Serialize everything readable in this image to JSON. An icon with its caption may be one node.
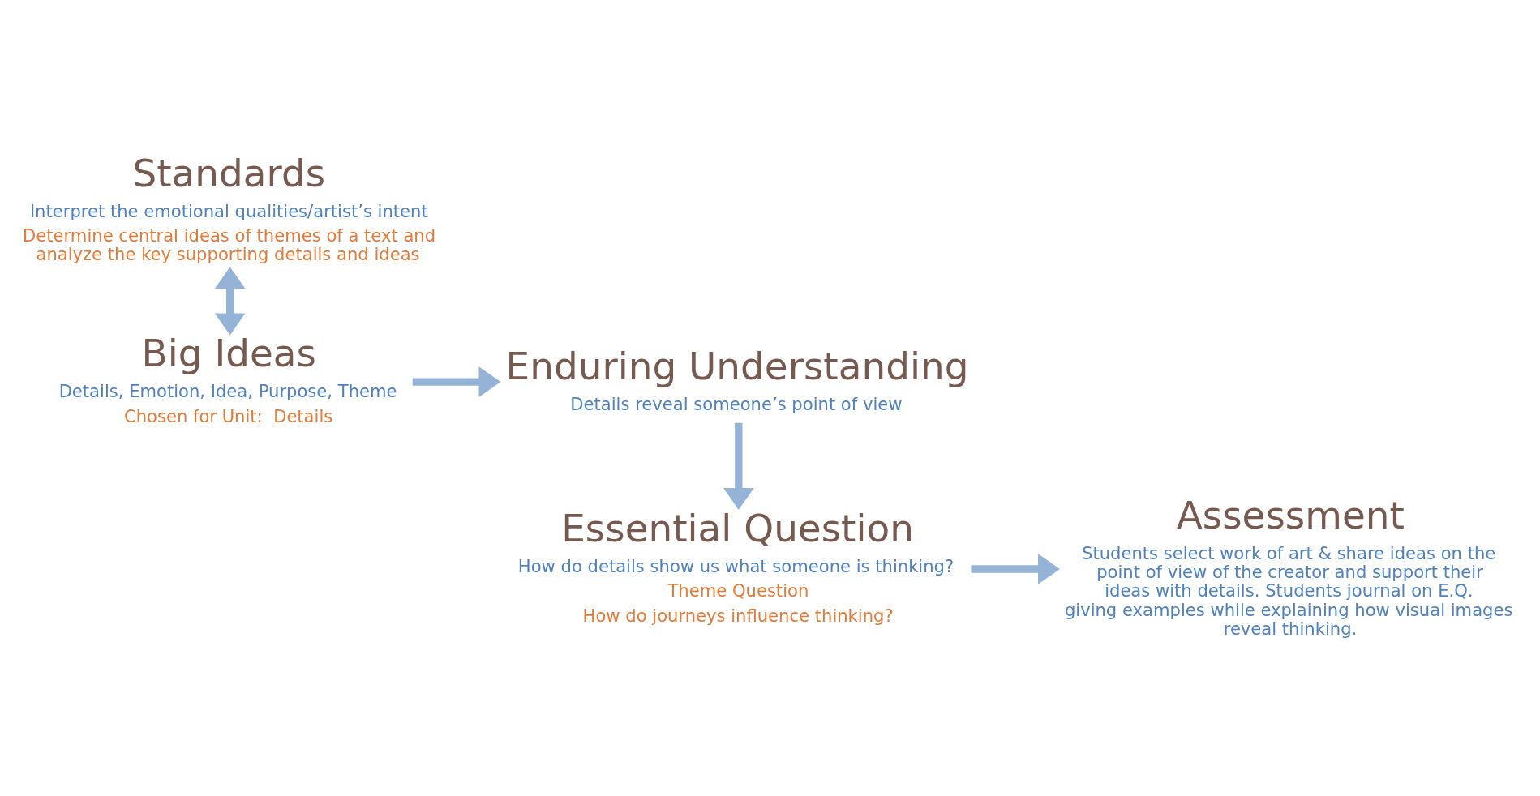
{
  "diagram": {
    "nodes": [
      {
        "text": [
          "Standards"
        ],
        "beside": [
          "Interpret the emotional qualities/artist’s intent",
          "Determine central ideas of themes of a text and analyze the key supporting details and ideas"
        ]
      },
      {
        "text": [
          "Big Ideas"
        ],
        "beside": [
          "Details, Emotion, Idea, Purpose, Theme",
          "Chosen for Unit:  Details"
        ]
      },
      {
        "text": [
          "Enduring Understanding"
        ],
        "beside": [
          "Details reveal someone’s point of view"
        ]
      },
      {
        "text": [
          "Essential Question"
        ],
        "beside": [
          "How do details show us what someone is thinking?",
          "Theme Question",
          "How do journeys influence thinking?"
        ]
      },
      {
        "text": [
          "Assessment"
        ],
        "beside": [
          "Students select work of art & share ideas on the point of view of the creator and support their ideas with details. Students journal on E.Q. giving examples while explaining how visual images reveal thinking."
        ]
      }
    ],
    "edges": [
      {
        "from": 0,
        "to": 1,
        "arrow": "both"
      },
      {
        "from": 1,
        "to": 2,
        "arrow": "to"
      },
      {
        "from": 2,
        "to": 3,
        "arrow": "to"
      },
      {
        "from": 3,
        "to": 4,
        "arrow": "to"
      }
    ]
  }
}
